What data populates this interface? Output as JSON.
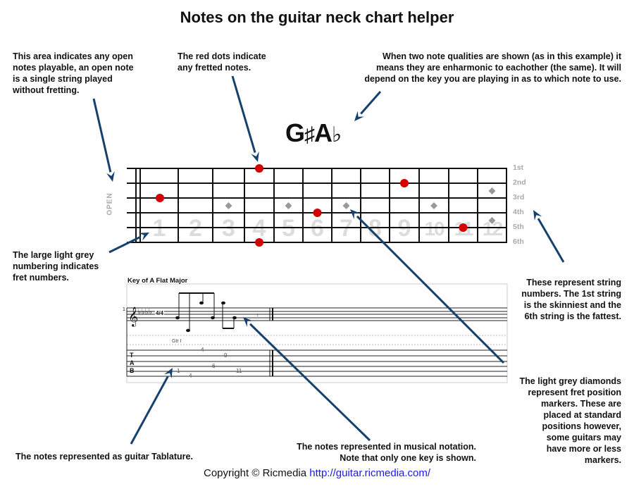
{
  "title": "Notes on the guitar neck chart helper",
  "annotations": {
    "open_notes": [
      "This area indicates any open",
      "notes playable, an open note",
      "is a single string played",
      "without fretting."
    ],
    "red_dots": [
      "The red dots indicate",
      "any fretted notes."
    ],
    "enharmonic": [
      "When two note qualities are shown (as in this example) it",
      "means they are enharmonic to eachother (the same). It will",
      "depend on the key you are playing in as to which note to use."
    ],
    "fret_numbers": [
      "The large light grey",
      "numbering indicates",
      "fret numbers."
    ],
    "string_numbers": [
      "These represent string",
      "numbers. The 1st string",
      "is the skinniest and the",
      "6th string is the fattest."
    ],
    "diamonds": [
      "The light grey diamonds",
      "represent fret position",
      "markers. These are",
      "placed at standard",
      "positions however,",
      "some guitars may",
      "have more or less",
      "markers."
    ],
    "tablature": [
      "The notes represented as guitar Tablature."
    ],
    "notation": [
      "The notes represented in musical notation.",
      "Note that only one key is shown."
    ]
  },
  "enharmonic_note": {
    "first": "G",
    "first_acc": "♯",
    "second": "A",
    "second_acc": "♭"
  },
  "fretboard": {
    "open_label": "OPEN",
    "string_labels": [
      "1st",
      "2nd",
      "3rd",
      "4th",
      "5th",
      "6th"
    ],
    "fret_numbers": [
      "1",
      "2",
      "3",
      "4",
      "5",
      "6",
      "7",
      "8",
      "9",
      "10",
      "11",
      "12"
    ],
    "fretted_notes": [
      {
        "string": 1,
        "fret": 4
      },
      {
        "string": 2,
        "fret": 9
      },
      {
        "string": 3,
        "fret": 1
      },
      {
        "string": 4,
        "fret": 6
      },
      {
        "string": 5,
        "fret": 11
      },
      {
        "string": 6,
        "fret": 4
      }
    ],
    "position_markers": [
      3,
      5,
      7,
      10,
      12
    ],
    "dot_color": "#d40000",
    "marker_color": "#999999"
  },
  "notation": {
    "key_label": "Key of A Flat Major",
    "measure_number": "1",
    "time_signature": "4/4",
    "track_label": "Gtr I",
    "tab_letters": [
      "T",
      "A",
      "B"
    ],
    "tab_notes": [
      {
        "string": 5,
        "fret": "1"
      },
      {
        "string": 6,
        "fret": "4"
      },
      {
        "string": 1,
        "fret": "4"
      },
      {
        "string": 4,
        "fret": "6"
      },
      {
        "string": 2,
        "fret": "9"
      },
      {
        "string": 5,
        "fret": "11"
      }
    ]
  },
  "arrow_color": "#16406e",
  "footer": {
    "copyright": "Copyright © Ricmedia",
    "link": "http://guitar.ricmedia.com/"
  }
}
